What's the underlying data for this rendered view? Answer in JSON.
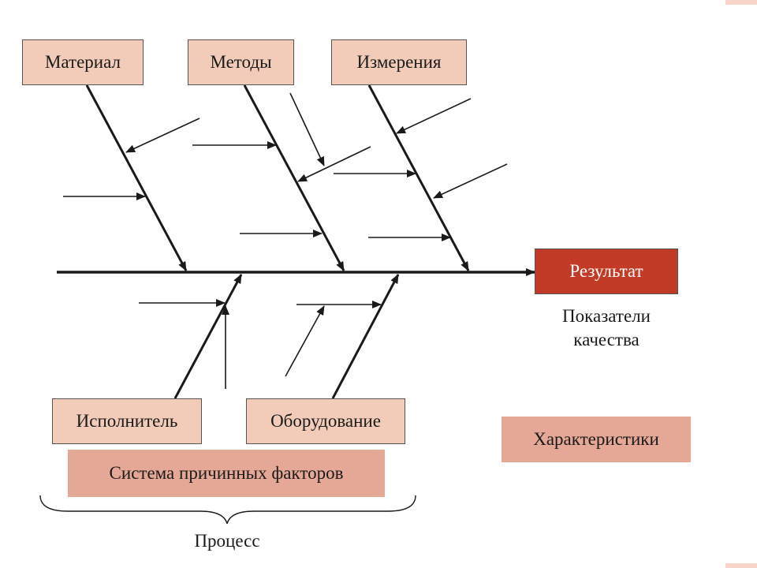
{
  "causes_top": [
    "Материал",
    "Методы",
    "Измерения"
  ],
  "causes_bottom": [
    "Исполнитель",
    "Оборудование"
  ],
  "result": {
    "label": "Результат",
    "caption_line1": "Показатели",
    "caption_line2": "качества"
  },
  "characteristics_label": "Характеристики",
  "system_label": "Система причинных факторов",
  "process_label": "Процесс",
  "colors": {
    "cause_box": "#f2cbb9",
    "result_box": "#c13b26",
    "group_box": "#e6a896",
    "lines": "#1a1a1a"
  }
}
